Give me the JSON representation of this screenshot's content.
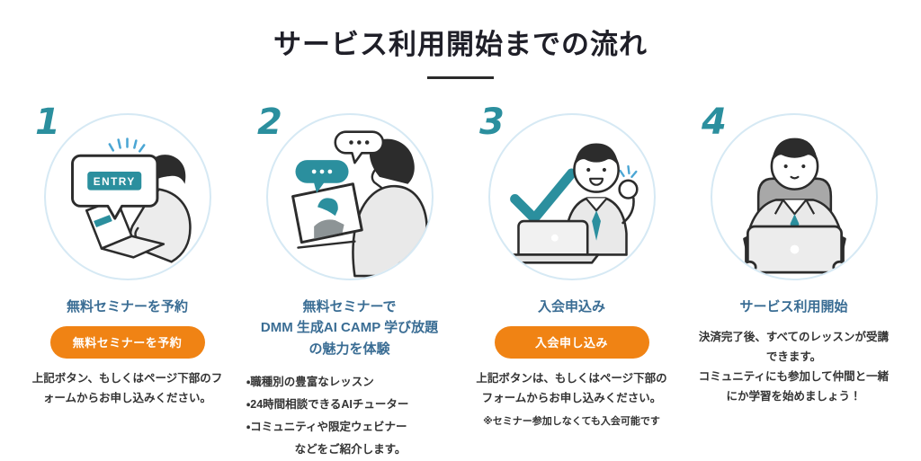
{
  "header": {
    "title": "サービス利用開始までの流れ"
  },
  "colors": {
    "accent_teal": "#2b8f9e",
    "accent_orange": "#f08314",
    "step_title_blue": "#3a6d94",
    "body_text": "#333333",
    "circle_border": "#d6e9f4",
    "sparkle_blue": "#4ba6d4"
  },
  "steps": [
    {
      "number": "1",
      "illustration": "person-typing-entry-form",
      "illustration_text": "ENTRY",
      "title": "無料セミナーを予約",
      "button_label": "無料セミナーを予約",
      "description": "上記ボタン、もしくはページ下部のフ\nォームからお申し込みください。"
    },
    {
      "number": "2",
      "illustration": "person-watching-online-seminar",
      "title": "無料セミナーで\nDMM 生成AI CAMP 学び放題\nの魅力を体験",
      "bullets": [
        "・職種別の豊富なレッスン",
        "・24時間相談できるAIチューター",
        "・コミュニティや限定ウェビナー"
      ],
      "bullets_suffix": "などをご紹介します。"
    },
    {
      "number": "3",
      "illustration": "happy-person-with-checkmark",
      "title": "入会申込み",
      "button_label": "入会申し込み",
      "description": "上記ボタンは、もしくはページ下部の\nフォームからお申し込みください。",
      "note": "※セミナー参加しなくても入会可能です"
    },
    {
      "number": "4",
      "illustration": "person-at-desk-starting-service",
      "title": "サービス利用開始",
      "description": "決済完了後、すべてのレッスンが受講\nできます。\nコミュニティにも参加して仲間と一緒\nにか学習を始めましょう！"
    }
  ]
}
